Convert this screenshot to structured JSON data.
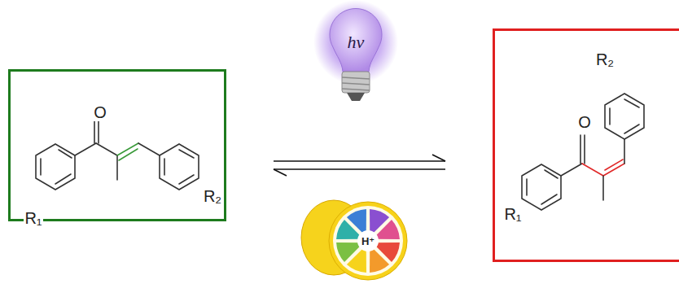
{
  "diagram": {
    "nodes": [
      {
        "text": [
          "O",
          "R₁",
          "R₂"
        ]
      },
      {
        "text": [
          "R₂",
          "O",
          "R₁"
        ]
      }
    ],
    "edges": [
      {
        "from": 0,
        "to": 1,
        "arrow": "to"
      },
      {
        "from": 1,
        "to": 0,
        "arrow": "to"
      }
    ],
    "labels": [
      "hν",
      "H⁺"
    ]
  }
}
